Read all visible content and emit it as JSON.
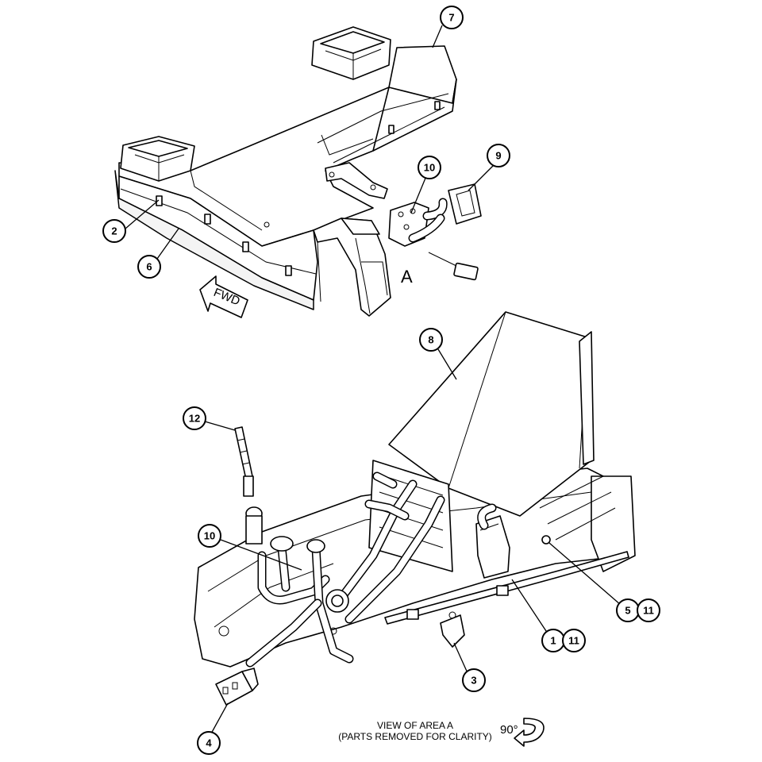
{
  "diagram": {
    "area_label": "A",
    "fwd_label": "FWD",
    "caption_line1": "VIEW OF AREA  A",
    "caption_line2": "(PARTS REMOVED FOR CLARITY)",
    "rotation_label": "90°",
    "callouts": {
      "c7": "7",
      "c9": "9",
      "c10_top": "10",
      "c2": "2",
      "c6": "6",
      "c8": "8",
      "c12": "12",
      "c10_bottom": "10",
      "c5": "5",
      "c11_right": "11",
      "c1": "1",
      "c11_lower": "11",
      "c3": "3",
      "c4": "4"
    }
  }
}
